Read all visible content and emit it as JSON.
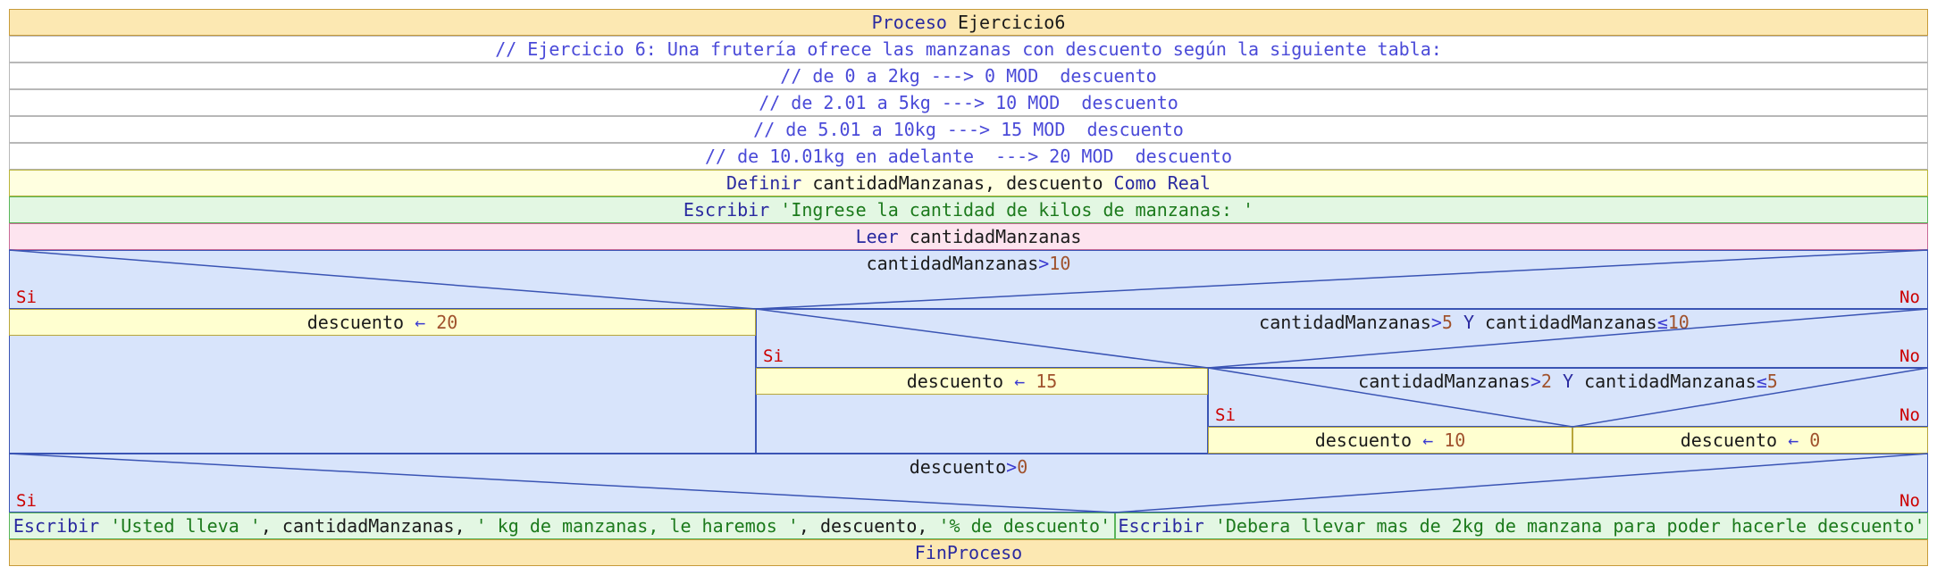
{
  "proceso": {
    "kw": "Proceso",
    "name": "Ejercicio6"
  },
  "comments": [
    "// Ejercicio 6: Una frutería ofrece las manzanas con descuento según la siguiente tabla:",
    "// de 0 a 2kg ---> 0 MOD  descuento",
    "// de 2.01 a 5kg ---> 10 MOD  descuento",
    "// de 5.01 a 10kg ---> 15 MOD  descuento",
    "// de 10.01kg en adelante  ---> 20 MOD  descuento"
  ],
  "definir": {
    "kw": "Definir",
    "vars": "cantidadManzanas, descuento",
    "kw2": "Como",
    "type": "Real"
  },
  "escribir1": {
    "kw": "Escribir",
    "text": "'Ingrese la cantidad de kilos de manzanas: '"
  },
  "leer": {
    "kw": "Leer",
    "var": "cantidadManzanas"
  },
  "cond1": {
    "left": "cantidadManzanas",
    "op": ">",
    "right": "10",
    "yes": "Si",
    "no": "No"
  },
  "asg20": {
    "var": "descuento",
    "arrow": "←",
    "val": "20"
  },
  "cond2": {
    "l1": "cantidadManzanas",
    "op1": ">",
    "r1": "5",
    "and": "Y",
    "l2": "cantidadManzanas",
    "op2": "≤",
    "r2": "10",
    "yes": "Si",
    "no": "No"
  },
  "asg15": {
    "var": "descuento",
    "arrow": "←",
    "val": "15"
  },
  "cond3": {
    "l1": "cantidadManzanas",
    "op1": ">",
    "r1": "2",
    "and": "Y",
    "l2": "cantidadManzanas",
    "op2": "≤",
    "r2": "5",
    "yes": "Si",
    "no": "No"
  },
  "asg10": {
    "var": "descuento",
    "arrow": "←",
    "val": "10"
  },
  "asg0": {
    "var": "descuento",
    "arrow": "←",
    "val": "0"
  },
  "cond4": {
    "left": "descuento",
    "op": ">",
    "right": "0",
    "yes": "Si",
    "no": "No"
  },
  "escribir2": {
    "kw": "Escribir",
    "s1": "'Usted lleva '",
    "c1": ", ",
    "v1": "cantidadManzanas",
    "c2": ", ",
    "s2": "' kg de manzanas, le haremos '",
    "c3": ", ",
    "v2": "descuento",
    "c4": ", ",
    "s3": "'% de descuento'"
  },
  "escribir3": {
    "kw": "Escribir",
    "text": "'Debera llevar mas de 2kg de manzana para poder hacerle descuento'"
  },
  "fin": {
    "kw": "FinProceso"
  }
}
